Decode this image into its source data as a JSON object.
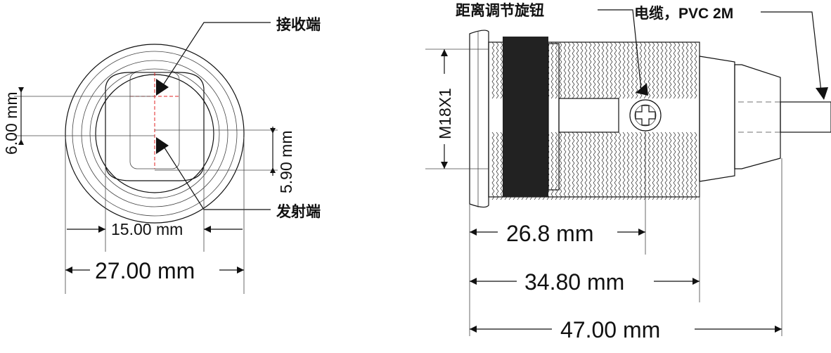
{
  "left_view": {
    "receiver_label": "接收端",
    "emitter_label": "发射端",
    "dim_height": "6.00 mm",
    "dim_offset": "5.90 mm",
    "dim_inner_width": "15.00 mm",
    "dim_outer_diameter": "27.00 mm"
  },
  "right_view": {
    "knob_label": "距离调节旋钮",
    "cable_label": "电缆，PVC 2M",
    "thread_label": "M18X1",
    "dim_knob": "26.8 mm",
    "dim_body": "34.80 mm",
    "dim_total": "47.00 mm"
  },
  "colors": {
    "line": "#111111",
    "centerline": "#e02020"
  }
}
